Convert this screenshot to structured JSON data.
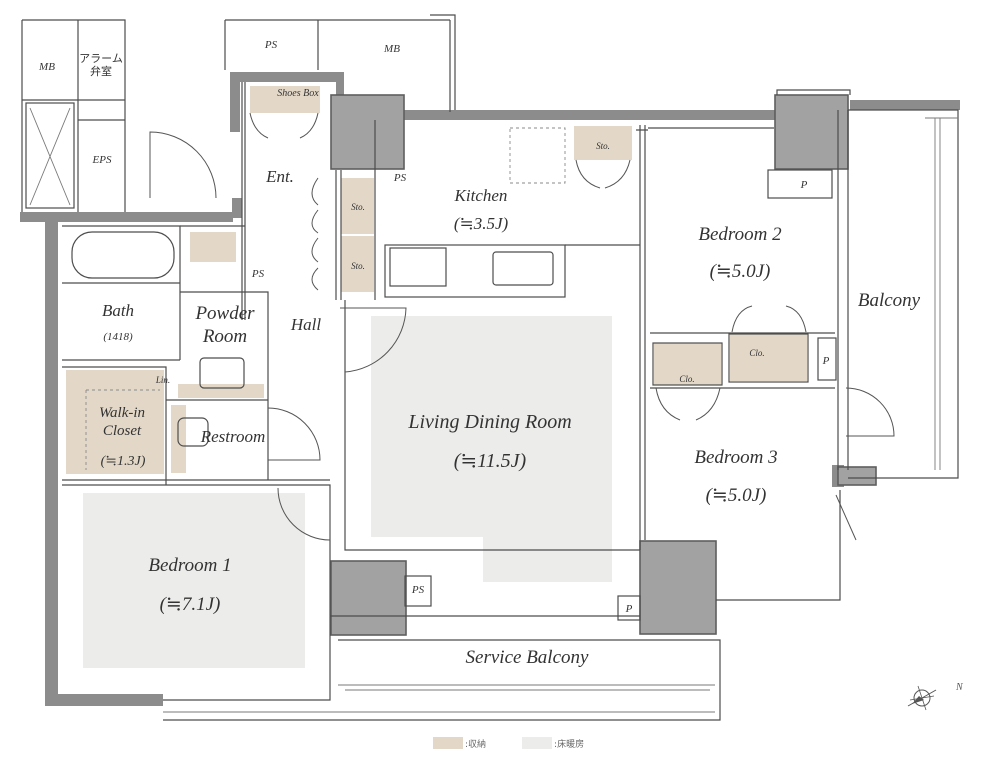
{
  "rooms": {
    "mb_left": "MB",
    "alarm_valve": "アラーム弁室",
    "eps": "EPS",
    "ps_top": "PS",
    "mb_top": "MB",
    "shoes_box": "Shoes Box",
    "entrance": "Ent.",
    "ps_entrance": "PS",
    "storage_hall_1": "Sto.",
    "storage_hall_2": "Sto.",
    "kitchen": "Kitchen",
    "kitchen_size": "(≒3.5J)",
    "storage_kitchen": "Sto.",
    "ps_powder": "PS",
    "bath": "Bath",
    "bath_size": "(1418)",
    "powder_room": "Powder Room",
    "hall": "Hall",
    "linen": "Lin.",
    "walkin_closet": "Walk-in Closet",
    "walkin_size": "(≒1.3J)",
    "restroom": "Restroom",
    "bedroom1": "Bedroom 1",
    "bedroom1_size": "(≒7.1J)",
    "living": "Living Dining Room",
    "living_size": "(≒11.5J)",
    "bedroom2": "Bedroom 2",
    "bedroom2_size": "(≒5.0J)",
    "bedroom3": "Bedroom 3",
    "bedroom3_size": "(≒5.0J)",
    "balcony": "Balcony",
    "service_balcony": "Service Balcony",
    "closet_b2": "Clo.",
    "closet_b3": "Clo.",
    "ps_living": "PS",
    "p_bedroom2": "P",
    "p_balcony": "P",
    "p_service": "P"
  },
  "legend": {
    "storage_label": ":収納",
    "heating_label": ":床暖房"
  },
  "colors": {
    "storage": "#e3d8c8",
    "floor_heating": "#ececeb",
    "wall": "#8c8c8c",
    "pillar": "#a2a2a2"
  },
  "compass": {
    "north_label": "N"
  }
}
